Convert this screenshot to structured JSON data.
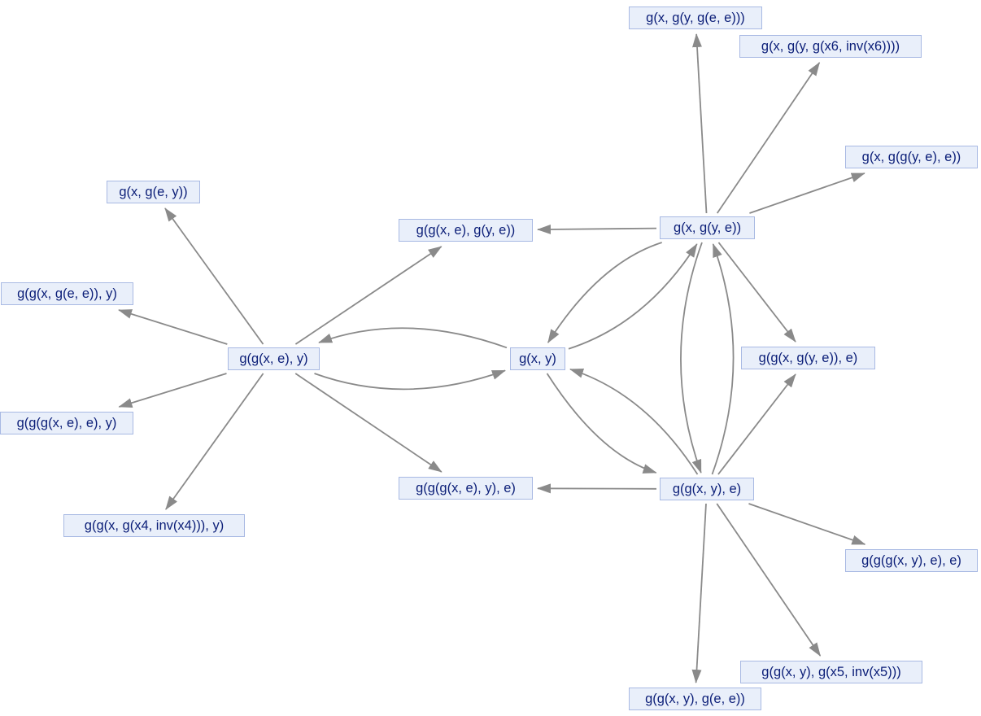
{
  "diagram": {
    "nodes": [
      {
        "id": "n_gxy",
        "label": "g(x, y)"
      },
      {
        "id": "n_ggxe_y",
        "label": "g(g(x, e), y)"
      },
      {
        "id": "n_gx_gye",
        "label": "g(x, g(y, e))"
      },
      {
        "id": "n_ggxy_e",
        "label": "g(g(x, y), e)"
      },
      {
        "id": "n_gx_gey",
        "label": "g(x, g(e, y))"
      },
      {
        "id": "n_ggx_gee_y",
        "label": "g(g(x, g(e, e)), y)"
      },
      {
        "id": "n_gggxe_e_y",
        "label": "g(g(g(x, e), e), y)"
      },
      {
        "id": "n_ggx_gx4_y",
        "label": "g(g(x, g(x4, inv(x4))), y)"
      },
      {
        "id": "n_ggxe_gye",
        "label": "g(g(x, e), g(y, e))"
      },
      {
        "id": "n_gggxe_y_e",
        "label": "g(g(g(x, e), y), e)"
      },
      {
        "id": "n_gx_gy_gee",
        "label": "g(x, g(y, g(e, e)))"
      },
      {
        "id": "n_gx_gy_gx6",
        "label": "g(x, g(y, g(x6, inv(x6))))"
      },
      {
        "id": "n_gx_ggye_e",
        "label": "g(x, g(g(y, e), e))"
      },
      {
        "id": "n_ggx_gye_e",
        "label": "g(g(x, g(y, e)), e)"
      },
      {
        "id": "n_gggxy_e_e",
        "label": "g(g(g(x, y), e), e)"
      },
      {
        "id": "n_ggxy_gx5",
        "label": "g(g(x, y), g(x5, inv(x5)))"
      },
      {
        "id": "n_ggxy_gee",
        "label": "g(g(x, y), g(e, e))"
      }
    ],
    "edges": [
      {
        "from": "n_ggxe_y",
        "to": "n_gxy"
      },
      {
        "from": "n_gxy",
        "to": "n_ggxe_y"
      },
      {
        "from": "n_gxy",
        "to": "n_gx_gye"
      },
      {
        "from": "n_gx_gye",
        "to": "n_gxy"
      },
      {
        "from": "n_gxy",
        "to": "n_ggxy_e"
      },
      {
        "from": "n_ggxy_e",
        "to": "n_gxy"
      },
      {
        "from": "n_gx_gye",
        "to": "n_ggxy_e"
      },
      {
        "from": "n_ggxy_e",
        "to": "n_gx_gye"
      },
      {
        "from": "n_ggxe_y",
        "to": "n_gx_gey"
      },
      {
        "from": "n_ggxe_y",
        "to": "n_ggx_gee_y"
      },
      {
        "from": "n_ggxe_y",
        "to": "n_gggxe_e_y"
      },
      {
        "from": "n_ggxe_y",
        "to": "n_ggx_gx4_y"
      },
      {
        "from": "n_ggxe_y",
        "to": "n_ggxe_gye"
      },
      {
        "from": "n_ggxe_y",
        "to": "n_gggxe_y_e"
      },
      {
        "from": "n_gx_gye",
        "to": "n_ggxe_gye"
      },
      {
        "from": "n_gx_gye",
        "to": "n_gx_gy_gee"
      },
      {
        "from": "n_gx_gye",
        "to": "n_gx_gy_gx6"
      },
      {
        "from": "n_gx_gye",
        "to": "n_gx_ggye_e"
      },
      {
        "from": "n_gx_gye",
        "to": "n_ggx_gye_e"
      },
      {
        "from": "n_ggxy_e",
        "to": "n_gggxe_y_e"
      },
      {
        "from": "n_ggxy_e",
        "to": "n_ggx_gye_e"
      },
      {
        "from": "n_ggxy_e",
        "to": "n_gggxy_e_e"
      },
      {
        "from": "n_ggxy_e",
        "to": "n_ggxy_gx5"
      },
      {
        "from": "n_ggxy_e",
        "to": "n_ggxy_gee"
      }
    ]
  }
}
